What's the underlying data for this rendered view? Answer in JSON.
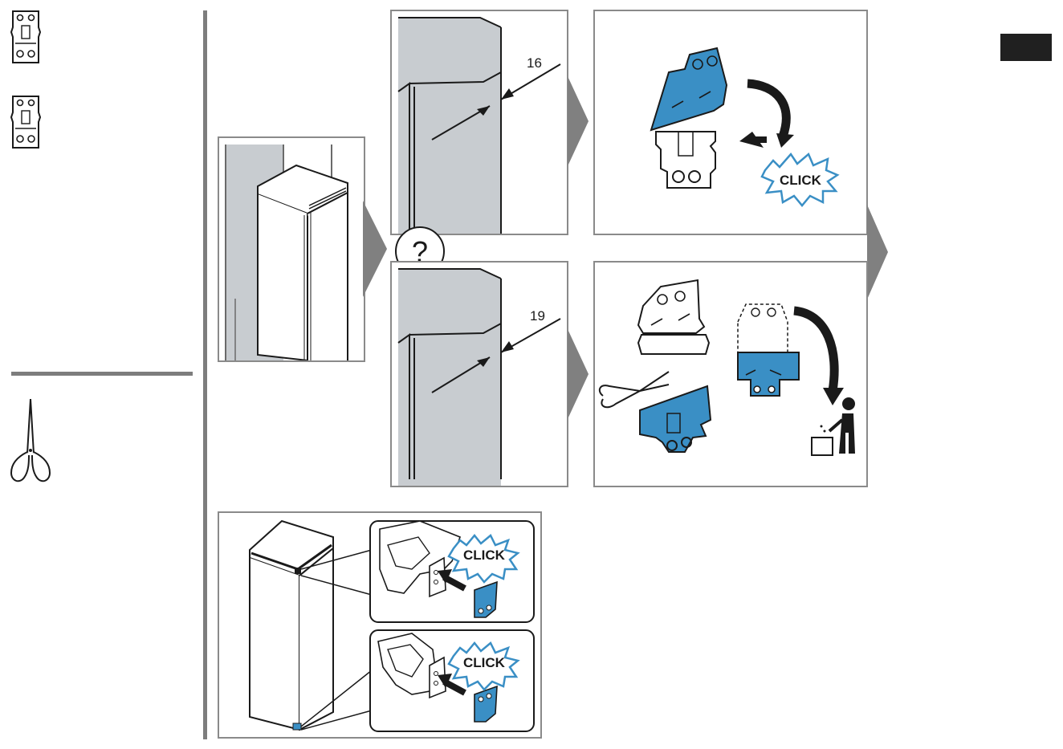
{
  "header": {
    "corner_box_color": "#202020"
  },
  "colors": {
    "accent_blue": "#3a8fc5",
    "panel_border": "#8a8a8a",
    "wall_grey": "#c8ccd0",
    "arrow_grey": "#808080"
  },
  "steps": {
    "question_mark": "?",
    "dimension_top": "16",
    "dimension_bottom": "19",
    "click_label_1": "CLICK",
    "click_label_2": "CLICK",
    "click_label_3": "CLICK"
  }
}
